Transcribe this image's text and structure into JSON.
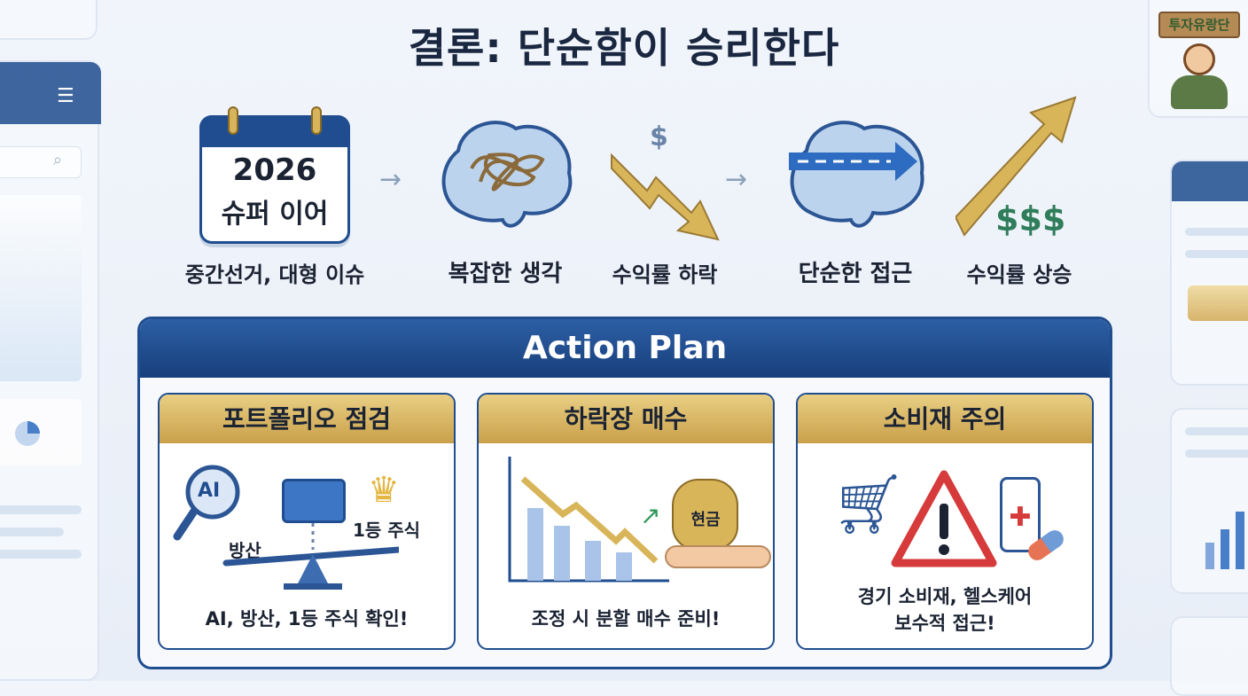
{
  "title": "결론: 단순함이 승리한다",
  "logo": {
    "text": "투자유랑단"
  },
  "flow": [
    {
      "label": "중간선거, 대형 이슈",
      "icon": "calendar-icon",
      "calendar_year": "2026",
      "calendar_text": "슈퍼 이어"
    },
    {
      "label": "복잡한 생각",
      "icon": "tangled-brain-icon"
    },
    {
      "label": "수익률 하락",
      "icon": "down-arrow-icon",
      "symbol": "$"
    },
    {
      "label": "단순한 접근",
      "icon": "straight-brain-icon"
    },
    {
      "label": "수익률 상승",
      "icon": "up-arrow-icon",
      "symbol": "$$$"
    }
  ],
  "action_plan": {
    "title": "Action Plan",
    "cards": [
      {
        "title": "포트폴리오 점검",
        "labels": [
          "AI",
          "방산",
          "1등 주식"
        ],
        "text": "AI, 방산, 1등 주식 확인!"
      },
      {
        "title": "하락장 매수",
        "labels": [
          "현금"
        ],
        "text": "조정 시 분할 매수 준비!"
      },
      {
        "title": "소비재 주의",
        "text_lines": [
          "경기 소비재, 헬스케어",
          "보수적 접근!"
        ]
      }
    ]
  },
  "colors": {
    "navy": "#1f4d8f",
    "gold": "#d4af5a",
    "green": "#2f7d5a"
  }
}
